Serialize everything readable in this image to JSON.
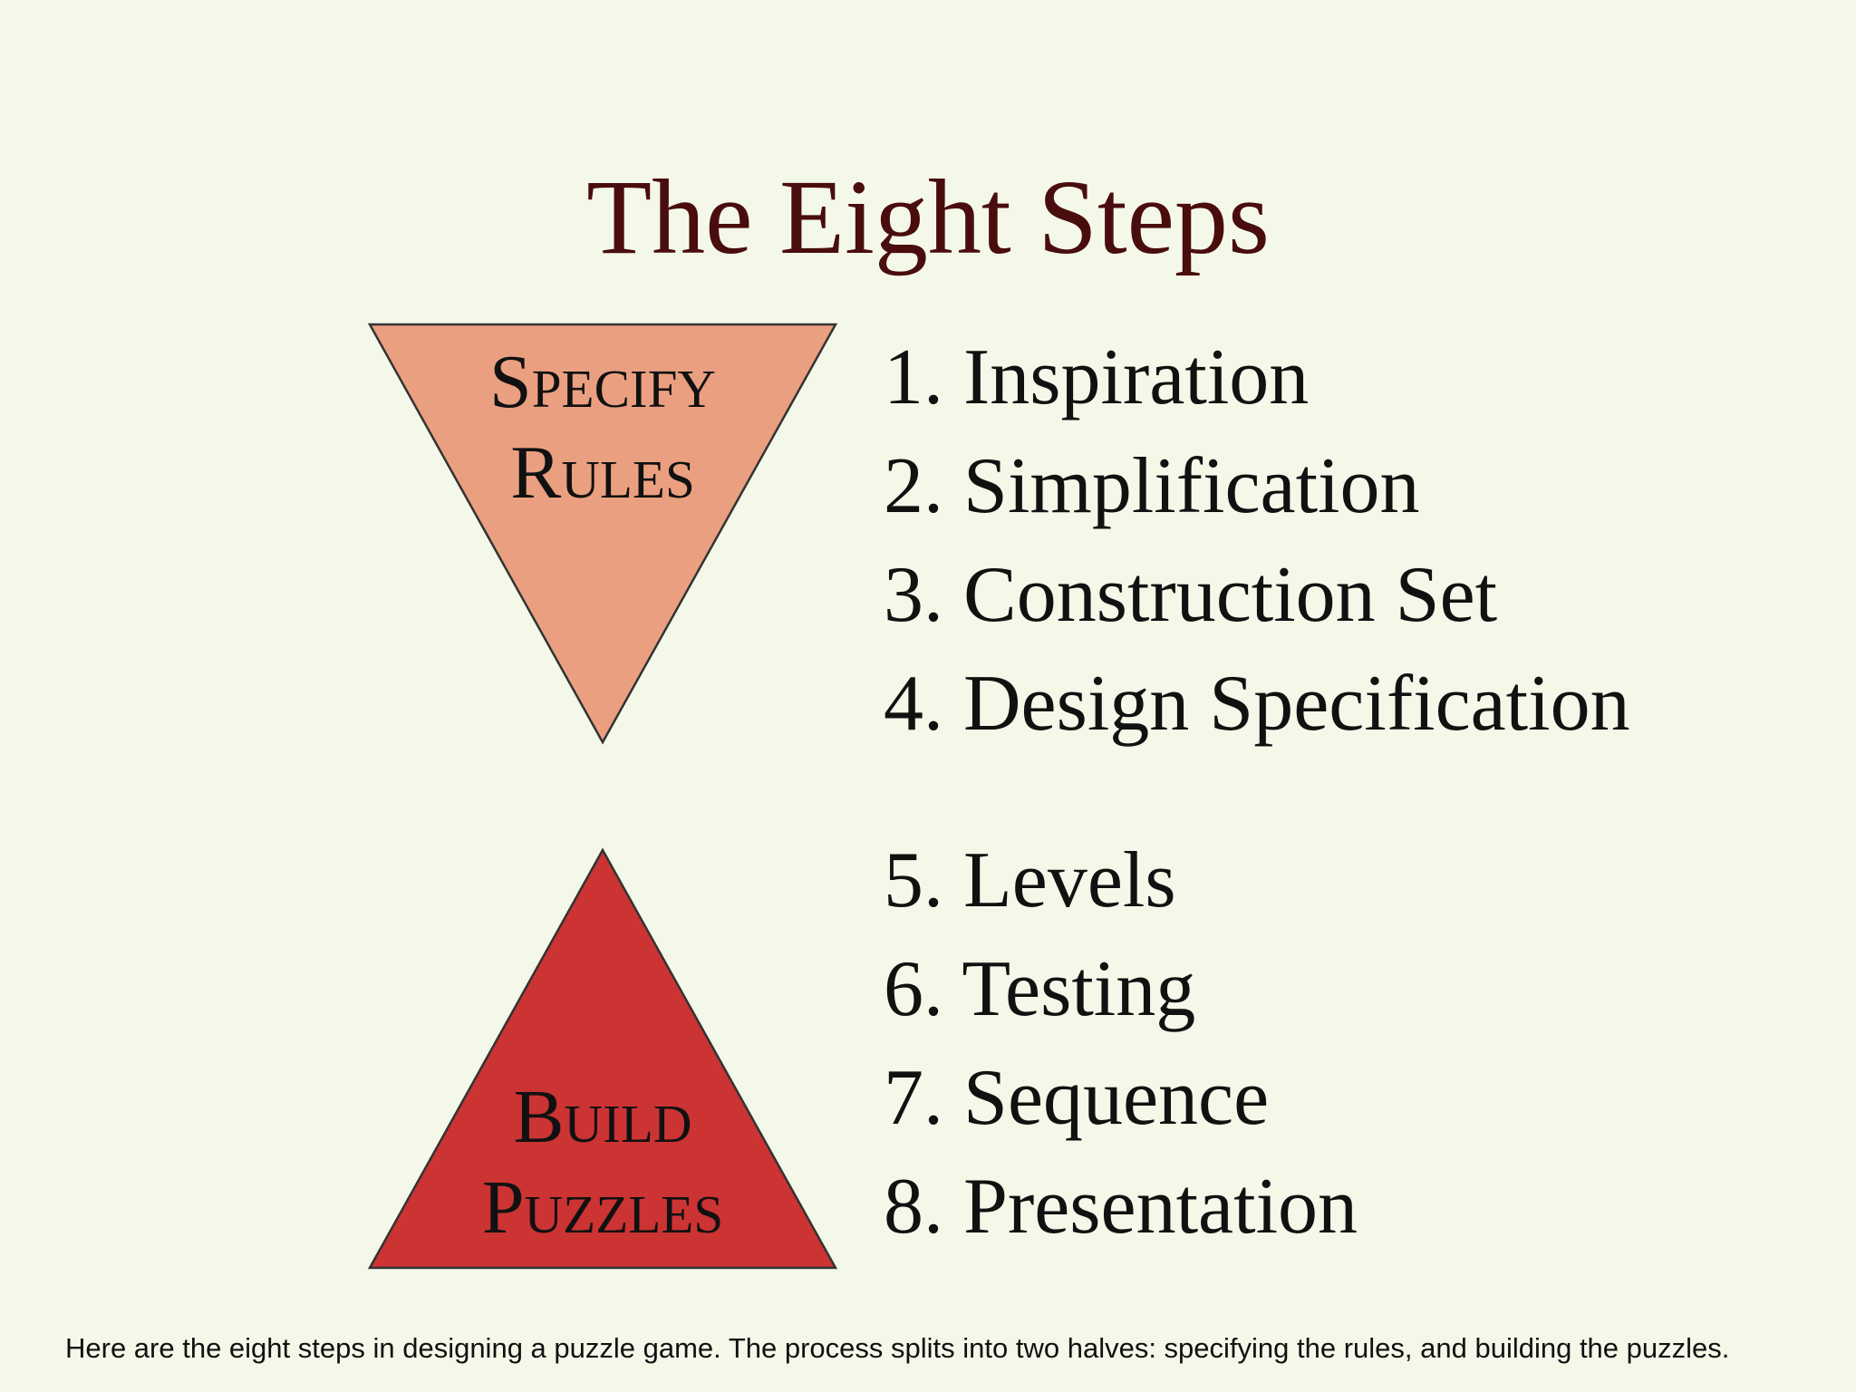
{
  "slide": {
    "title": "The Eight Steps",
    "specify": {
      "line1": "Specify",
      "line2": "Rules",
      "color": "#eaa080"
    },
    "build": {
      "line1": "Build",
      "line2": "Puzzles",
      "color": "#cc3333"
    },
    "steps_group_1": [
      "1. Inspiration",
      "2. Simplification",
      "3. Construction Set",
      "4. Design Specification"
    ],
    "steps_group_2": [
      "5. Levels",
      "6. Testing",
      "7. Sequence",
      "8. Presentation"
    ],
    "title_color": "#4a0d0d",
    "background_color": "#f4f8e8"
  },
  "notes": {
    "text": "Here are the eight steps in designing a puzzle game. The process splits into two halves: specifying the rules, and building the puzzles."
  }
}
